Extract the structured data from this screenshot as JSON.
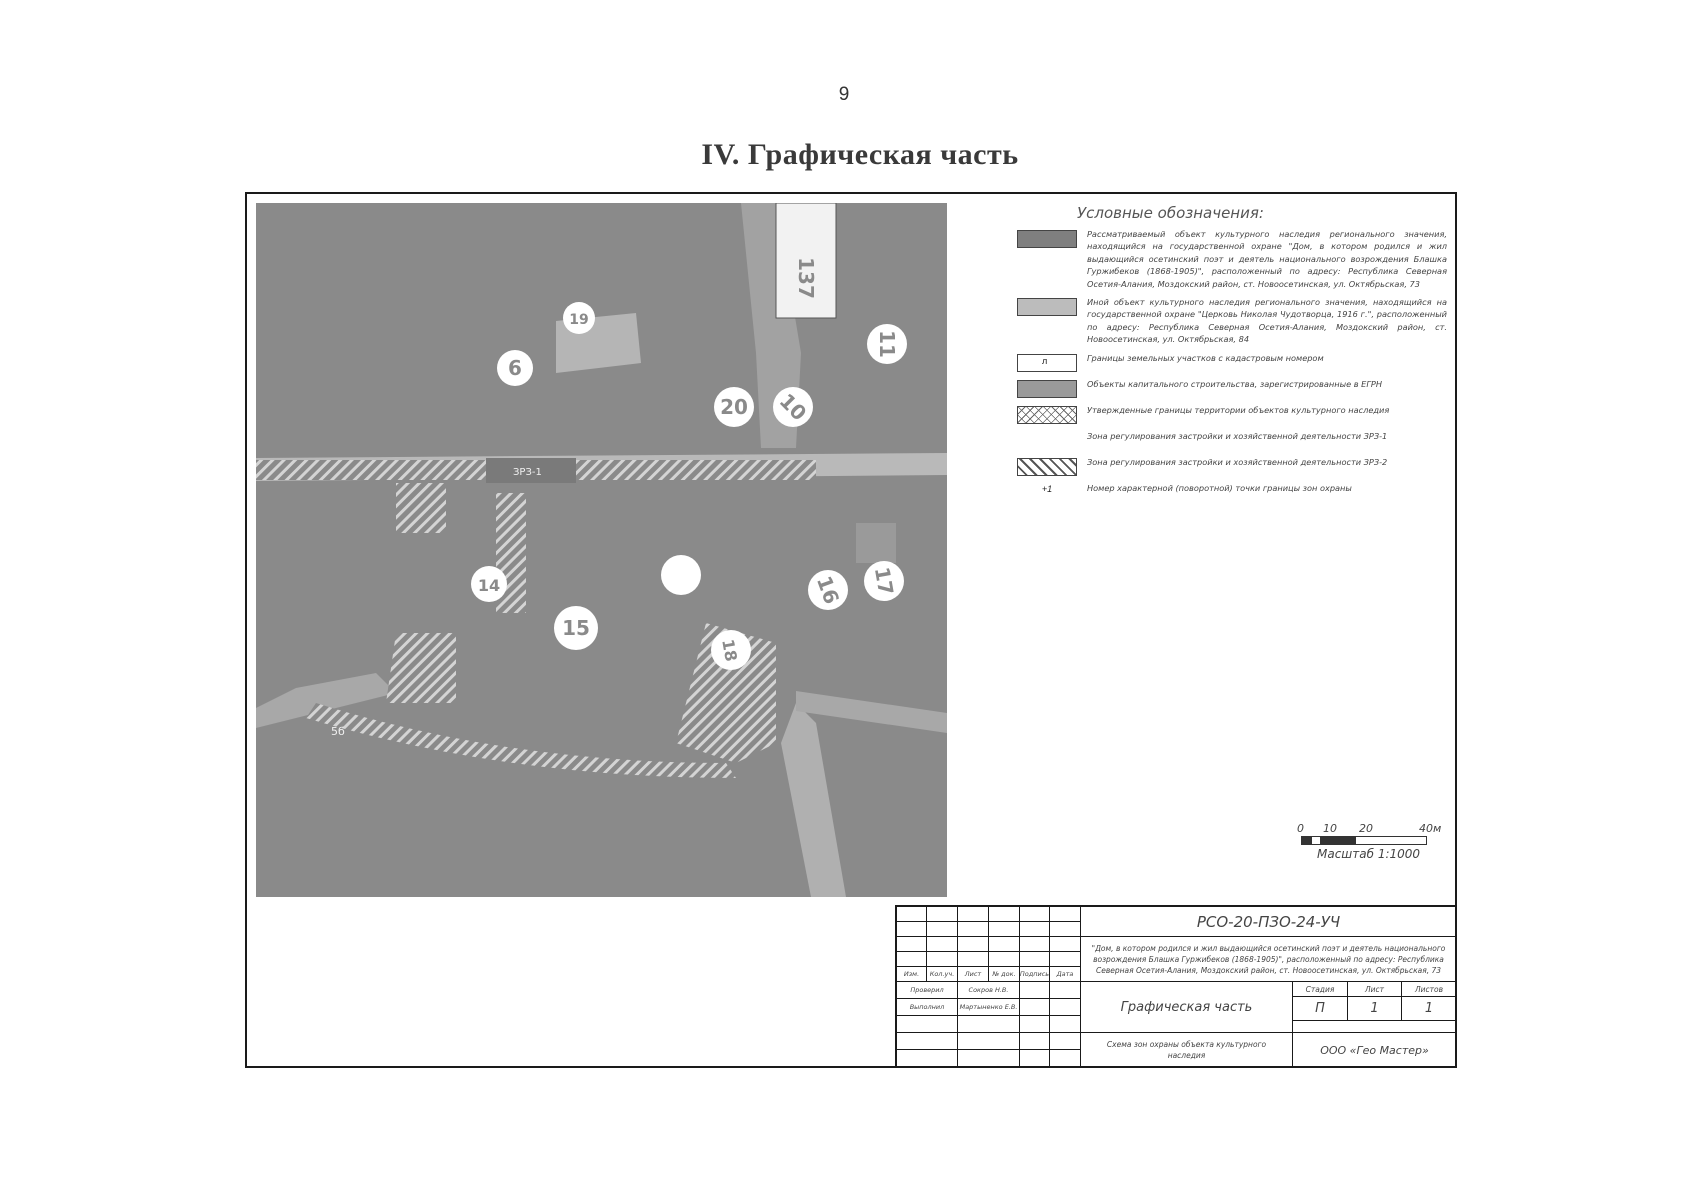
{
  "page_number": "9",
  "section_title": "IV. Графическая часть",
  "map": {
    "zone_label": "ЗРЗ-1",
    "labels": [
      "137",
      "11",
      "6",
      "19",
      "20",
      "10",
      "16",
      "17",
      "14",
      "15",
      "18",
      "5б"
    ]
  },
  "legend": {
    "title": "Условные обозначения:",
    "items": [
      {
        "swatch": "dark",
        "text": "Рассматриваемый объект культурного наследия регионального значения, находящийся на государственной охране \"Дом, в котором родился и жил выдающийся осетинский поэт и деятель национального возрождения Блашка Гуржибеков (1868-1905)\", расположенный по адресу: Республика Северная Осетия-Алания, Моздокский район, ст. Новоосетинская, ул. Октябрьская, 73"
      },
      {
        "swatch": "light",
        "text": "Иной объект культурного наследия регионального значения, находящийся на государственной охране \"Церковь Николая Чудотворца, 1916 г.\", расположенный по адресу: Республика Северная Осетия-Алания, Моздокский район, ст. Новоосетинская, ул. Октябрьская, 84"
      },
      {
        "swatch": "outline",
        "swatch_text": "л",
        "text": "Границы земельных участков с кадастровым номером"
      },
      {
        "swatch": "mid",
        "text": "Объекты капитального строительства, зарегистрированные в ЕГРН"
      },
      {
        "swatch": "cross",
        "text": "Утвержденные границы территории объектов культурного наследия"
      },
      {
        "swatch": "none",
        "text": "Зона регулирования застройки и хозяйственной деятельности ЗРЗ-1"
      },
      {
        "swatch": "hatch",
        "text": "Зона регулирования застройки и хозяйственной деятельности ЗРЗ-2"
      },
      {
        "swatch": "point",
        "swatch_text": "+1",
        "text": "Номер характерной (поворотной) точки границы зон охраны"
      }
    ]
  },
  "scale": {
    "ticks": [
      "0",
      "10",
      "20",
      "40м"
    ],
    "label": "Масштаб 1:1000"
  },
  "stamp": {
    "doc_code": "РСО-20-ПЗО-24-УЧ",
    "object_name": "\"Дом, в котором родился и жил выдающийся осетинский поэт и деятель национального возрождения Блашка Гуржибеков (1868-1905)\", расположенный по адресу: Республика Северная Осетия-Алания, Моздокский район, ст. Новоосетинская, ул. Октябрьская, 73",
    "col_headers": [
      "Изм.",
      "Кол.уч.",
      "Лист",
      "№ док.",
      "Подпись",
      "Дата"
    ],
    "role_1": "Проверил",
    "person_1": "Сокров Н.В.",
    "role_2": "Выполнил",
    "person_2": "Мартыненко Е.В.",
    "sheet_title": "Графическая часть",
    "stage_header": "Стадия",
    "sheet_header": "Лист",
    "sheets_header": "Листов",
    "stage_value": "П",
    "sheet_value": "1",
    "sheets_value": "1",
    "drawing_name": "Схема зон охраны объекта культурного наследия",
    "company": "ООО «Гео Мастер»"
  }
}
